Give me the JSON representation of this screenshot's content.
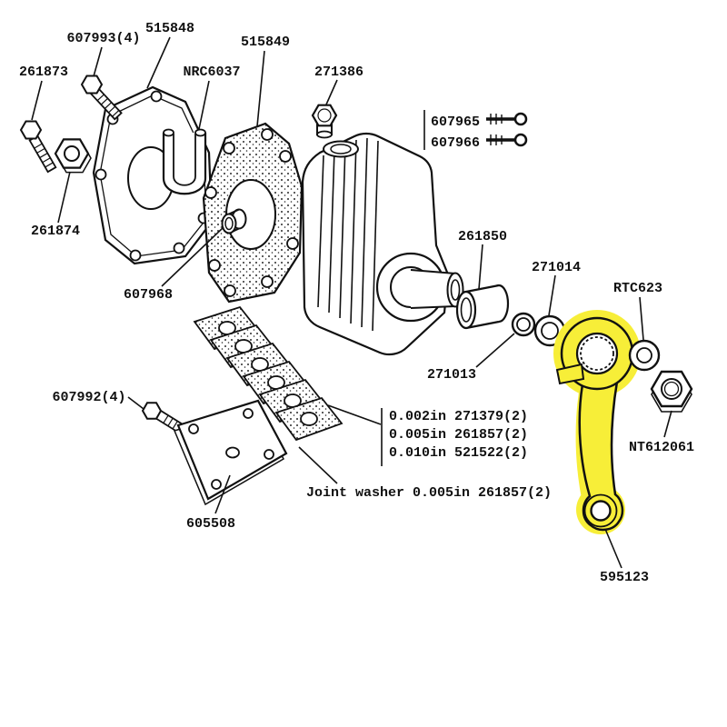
{
  "diagram": {
    "type": "exploded-parts-diagram",
    "highlighted_part": "595123",
    "colors": {
      "highlight": "#f7ee38",
      "line": "#111111",
      "background": "#ffffff"
    },
    "labels": {
      "bolt_607993": "607993(4)",
      "plate_515848": "515848",
      "gasket_515849": "515849",
      "bolt_261873": "261873",
      "bracket_nrc6037": "NRC6037",
      "plug_271386": "271386",
      "clip_607965": "607965",
      "clip_607966": "607966",
      "nut_261874": "261874",
      "bush_607968": "607968",
      "bush_261850": "261850",
      "washer_271014": "271014",
      "washer_rtc623": "RTC623",
      "seal_271013": "271013",
      "nut_nt612061": "NT612061",
      "bolt_607992": "607992(4)",
      "plate_605508": "605508",
      "shim_002": "0.002in 271379(2)",
      "shim_005": "0.005in 261857(2)",
      "shim_010": "0.010in 521522(2)",
      "joint_washer_note": "Joint washer 0.005in 261857(2)",
      "drop_arm_595123": "595123"
    }
  }
}
